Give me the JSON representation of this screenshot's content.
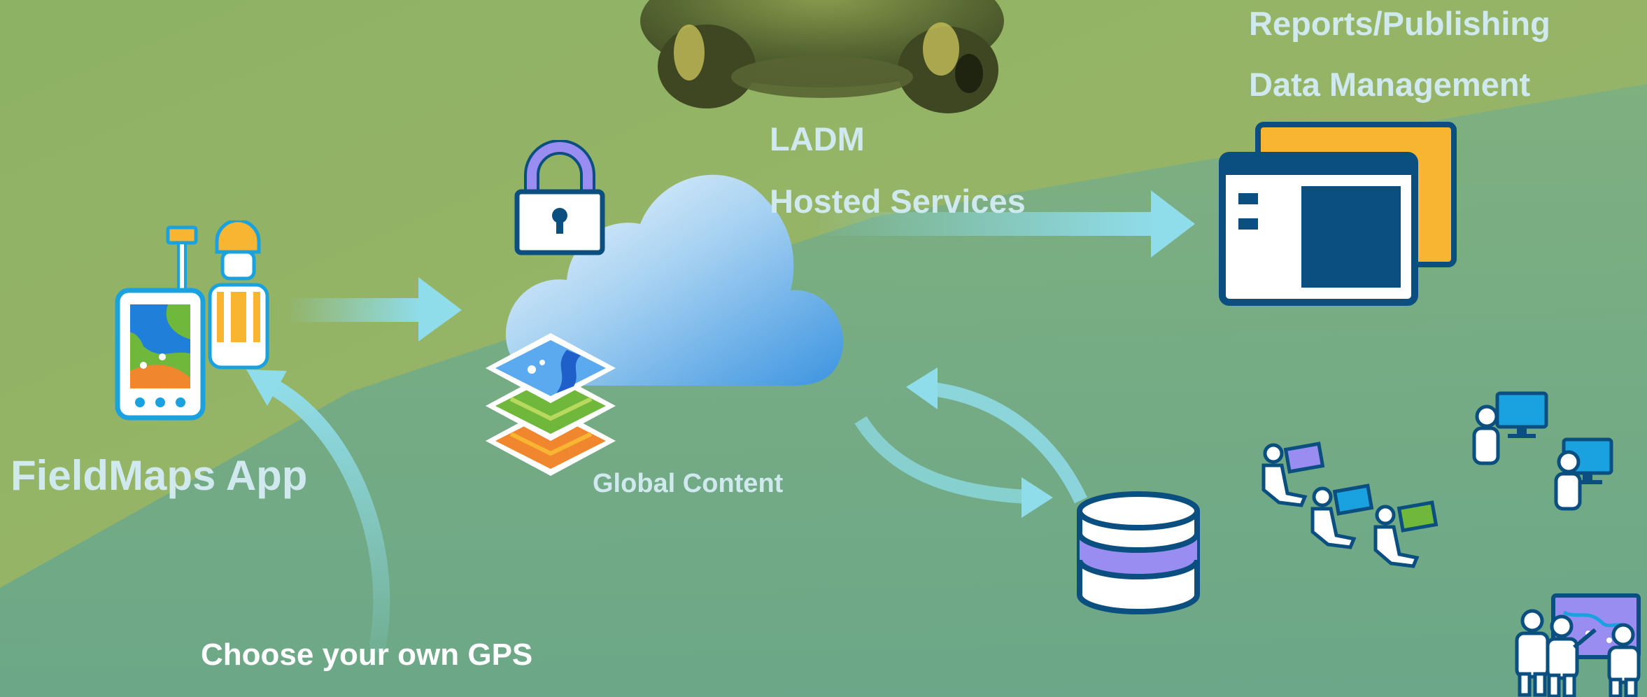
{
  "labels": {
    "reports_publishing": "Reports/Publishing",
    "data_management": "Data Management",
    "ladm": "LADM",
    "hosted_services": "Hosted Services",
    "fieldmaps_app": "FieldMaps App",
    "global_content": "Global Content",
    "choose_gps": "Choose your own GPS"
  },
  "colors": {
    "label": "#cfe9ee",
    "label_white": "#ffffff",
    "arrow": "#8fdcea",
    "navy": "#0a4f80",
    "orange": "#f8b531",
    "cyan": "#1aa1e0",
    "lavender": "#9a8df2",
    "green_bg_top": "#8fb25e",
    "green_bg_bottom": "#6aa68a"
  },
  "icons": [
    "field-worker-gps-icon",
    "lock-icon",
    "cloud-icon",
    "map-layers-icon",
    "dashboard-window-icon",
    "database-icon",
    "office-workers-icon",
    "presentation-team-icon",
    "frog-photo"
  ]
}
